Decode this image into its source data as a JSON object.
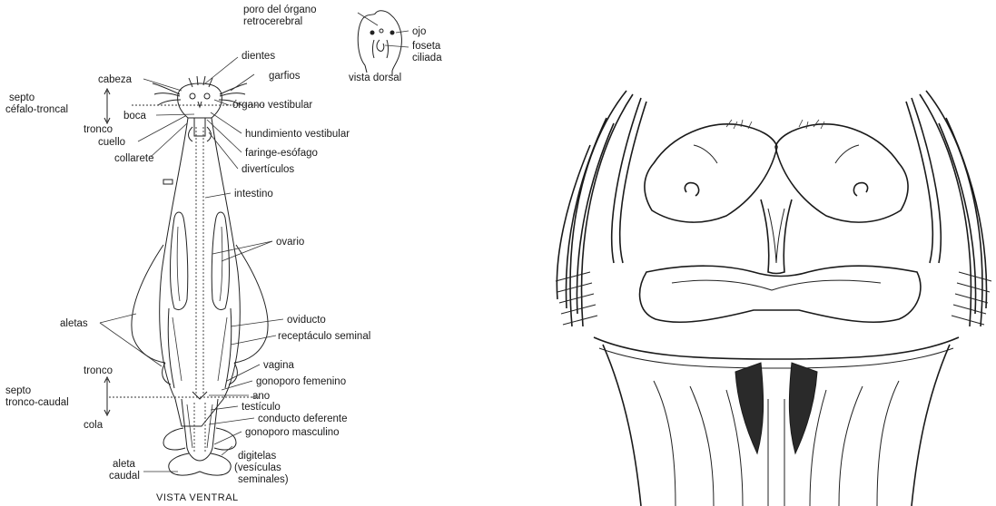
{
  "labels": {
    "poro_line1": "poro del órgano",
    "poro_line2": "retrocerebral",
    "ojo": "ojo",
    "foseta_line1": "foseta",
    "foseta_line2": "ciliada",
    "vista_dorsal": "vista dorsal",
    "dientes": "dientes",
    "garfios": "garfios",
    "cabeza": "cabeza",
    "septo_cefalo_line1": "septo",
    "septo_cefalo_line2": "céfalo-troncal",
    "boca": "boca",
    "tronco_top": "tronco",
    "cuello": "cuello",
    "collarete": "collarete",
    "organo_vestibular": "órgano vestibular",
    "hundimiento_vestibular": "hundimiento vestibular",
    "faringe_esofago": "faringe-esófago",
    "diverticulos": "divertículos",
    "intestino": "intestino",
    "ovario": "ovario",
    "aletas": "aletas",
    "oviducto": "oviducto",
    "receptaculo_seminal": "receptáculo seminal",
    "tronco_bottom": "tronco",
    "vagina": "vagina",
    "gonoporo_femenino": "gonoporo femenino",
    "septo_tronco_line1": "septo",
    "septo_tronco_line2": "tronco-caudal",
    "ano": "ano",
    "testiculo": "testículo",
    "cola": "cola",
    "conducto_deferente": "conducto deferente",
    "gonoporo_masculino": "gonoporo masculino",
    "aleta_caudal_line1": "aleta",
    "aleta_caudal_line2": "caudal",
    "digitelas_line1": "digitelas",
    "digitelas_line2": "(vesículas",
    "digitelas_line3": "seminales)",
    "vista_ventral": "VISTA VENTRAL"
  },
  "colors": {
    "ink": "#1a1a1a",
    "background": "#ffffff"
  }
}
